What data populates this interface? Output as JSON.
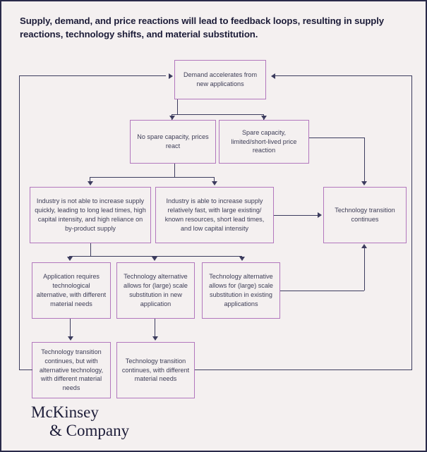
{
  "title": "Supply, demand, and price reactions will lead to feedback loops, resulting in supply reactions, technology shifts, and material substitution.",
  "colors": {
    "background": "#f4f0f0",
    "frame_border": "#2a2a4a",
    "box_border": "#b277bd",
    "connector": "#3c3c5e",
    "text": "#3d3d56",
    "title_text": "#1c1c38"
  },
  "logo": {
    "line1": "McKinsey",
    "line2": "& Company"
  },
  "chart_data": {
    "type": "flowchart",
    "title": "Supply, demand, and price reactions will lead to feedback loops, resulting in supply reactions, technology shifts, and material substitution.",
    "nodes": [
      {
        "id": "n1",
        "row": 1,
        "label": "Demand accelerates from new applications"
      },
      {
        "id": "n2",
        "row": 2,
        "label": "No spare capacity, prices react"
      },
      {
        "id": "n3",
        "row": 2,
        "label": "Spare capacity, limited/short-lived price reaction"
      },
      {
        "id": "n4",
        "row": 3,
        "label": "Industry is not able to increase supply quickly, leading to long lead times, high capital intensity, and high reliance on by-product supply"
      },
      {
        "id": "n5",
        "row": 3,
        "label": "Industry is able to increase supply relatively fast, with large existing/ known resources, short lead times, and low capital intensity"
      },
      {
        "id": "n6",
        "row": 3,
        "label": "Technology transition continues"
      },
      {
        "id": "n7",
        "row": 4,
        "label": "Application requires technological alternative, with different material needs"
      },
      {
        "id": "n8",
        "row": 4,
        "label": "Technology alternative allows for (large) scale substitution in new application"
      },
      {
        "id": "n9",
        "row": 4,
        "label": "Technology alternative allows for (large) scale substitution in existing applications"
      },
      {
        "id": "n10",
        "row": 5,
        "label": "Technology transition continues, but with alternative technology, with different material needs"
      },
      {
        "id": "n11",
        "row": 5,
        "label": "Technology transition continues, with different material needs"
      }
    ],
    "edges": [
      {
        "from": "n1",
        "to": "n2"
      },
      {
        "from": "n1",
        "to": "n3"
      },
      {
        "from": "n2",
        "to": "n4"
      },
      {
        "from": "n2",
        "to": "n5"
      },
      {
        "from": "n3",
        "to": "n6"
      },
      {
        "from": "n4",
        "to": "n7"
      },
      {
        "from": "n4",
        "to": "n8"
      },
      {
        "from": "n4",
        "to": "n9"
      },
      {
        "from": "n5",
        "to": "n6"
      },
      {
        "from": "n7",
        "to": "n10"
      },
      {
        "from": "n8",
        "to": "n11"
      },
      {
        "from": "n9",
        "to": "n6"
      },
      {
        "from": "n10",
        "to": "n1",
        "type": "feedback-left"
      },
      {
        "from": "n11",
        "to": "n1",
        "type": "feedback-right"
      },
      {
        "from": "n11",
        "to": "n6",
        "type": "feedback-right"
      }
    ]
  },
  "boxes": {
    "demand_accelerates": "Demand accelerates from new applications",
    "no_spare_capacity": "No spare capacity, prices react",
    "spare_capacity": "Spare capacity, limited/short-lived price reaction",
    "industry_not_able": "Industry is not able to increase supply quickly, leading to long lead times, high capital intensity, and high reliance on by-product supply",
    "industry_able": "Industry is able to increase supply relatively fast, with large existing/ known resources, short lead times, and low capital intensity",
    "tech_transition_continues": "Technology transition continues",
    "application_requires": "Application requires technological alternative, with different material needs",
    "tech_alt_new": "Technology alternative allows for (large) scale substitution in new application",
    "tech_alt_existing": "Technology alternative allows for (large) scale substitution in existing applications",
    "tech_transition_alt": "Technology transition continues, but with alternative technology, with different material needs",
    "tech_transition_diff": "Technology transition continues, with different material needs"
  }
}
